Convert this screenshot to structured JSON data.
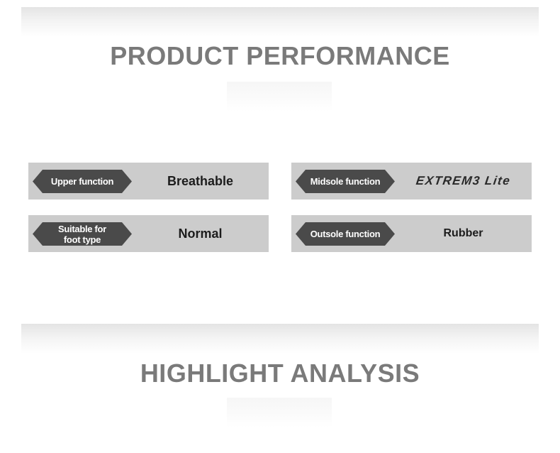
{
  "sections": [
    {
      "title": "PRODUCT PERFORMANCE"
    },
    {
      "title": "HIGHLIGHT ANALYSIS"
    }
  ],
  "specs": [
    {
      "label": "Upper function",
      "value": "Breathable"
    },
    {
      "label": "Midsole function",
      "value": "EXTREM3 Lite"
    },
    {
      "label_lines": [
        "Suitable for",
        "foot type"
      ],
      "value": "Normal"
    },
    {
      "label": "Outsole function",
      "value": "Rubber"
    }
  ],
  "colors": {
    "tag_background": "#4a4a4a",
    "row_background": "#cccccc",
    "title_color": "#7a7a7a"
  }
}
